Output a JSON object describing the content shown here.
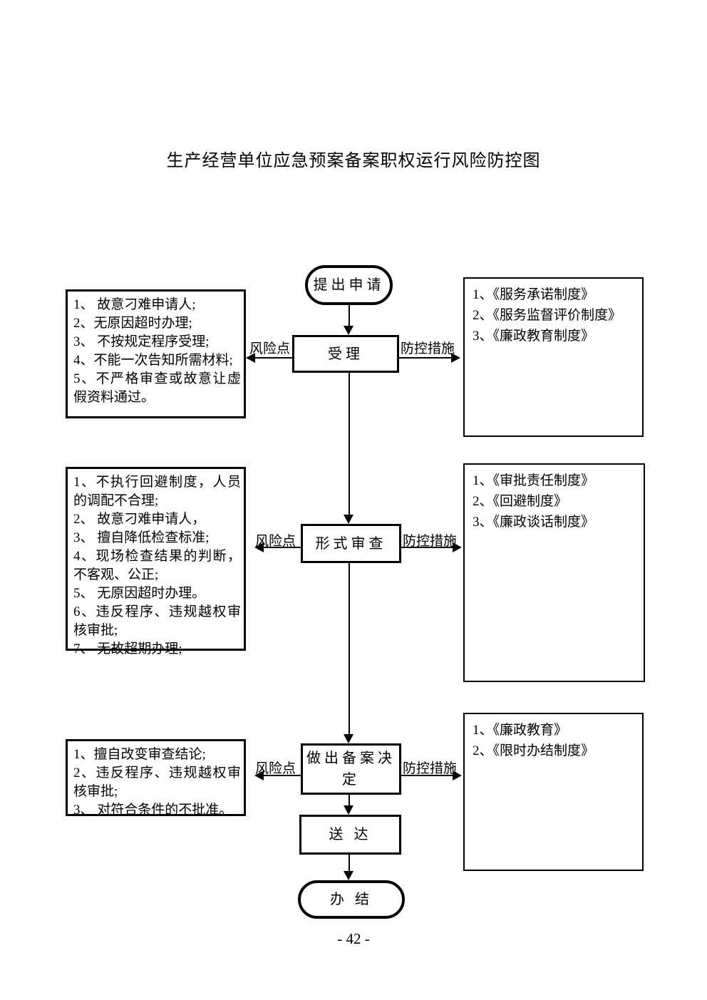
{
  "page": {
    "title": "生产经营单位应急预案备案职权运行风险防控图",
    "page_number": "- 42 -"
  },
  "connector_labels": {
    "risk": "风险点",
    "measure": "防控措施"
  },
  "flow": {
    "start": "提出申请",
    "accept": "受理",
    "formal_review": "形式审查",
    "decision": "做出备案决定",
    "deliver": "送 达",
    "end": "办 结"
  },
  "risk_boxes": [
    {
      "items": [
        "1、 故意刁难申请人;",
        "2、无原因超时办理;",
        "3、 不按规定程序受理;",
        "4、不能一次告知所需材料;",
        "5、不严格审查或故意让虚假资料通过。"
      ]
    },
    {
      "items": [
        "1、不执行回避制度，人员的调配不合理;",
        "2、 故意刁难申请人，",
        "3、 擅自降低检查标准;",
        "4、现场检查结果的判断，不客观、公正;",
        "5、 无原因超时办理。",
        "6、违反程序、违规越权审核审批;",
        "7、 无故超期办理;"
      ]
    },
    {
      "items": [
        "1、擅自改变审查结论;",
        "2、违反程序、违规越权审核审批;",
        "3、 对符合条件的不批准。"
      ]
    }
  ],
  "measure_boxes": [
    {
      "items": [
        "1、《服务承诺制度》",
        "2、《服务监督评价制度》",
        "3、《廉政教育制度》"
      ]
    },
    {
      "items": [
        "1、《审批责任制度》",
        "2、《回避制度》",
        "3、《廉政谈话制度》"
      ]
    },
    {
      "items": [
        "1、《廉政教育》",
        "2、《限时办结制度》"
      ]
    }
  ]
}
